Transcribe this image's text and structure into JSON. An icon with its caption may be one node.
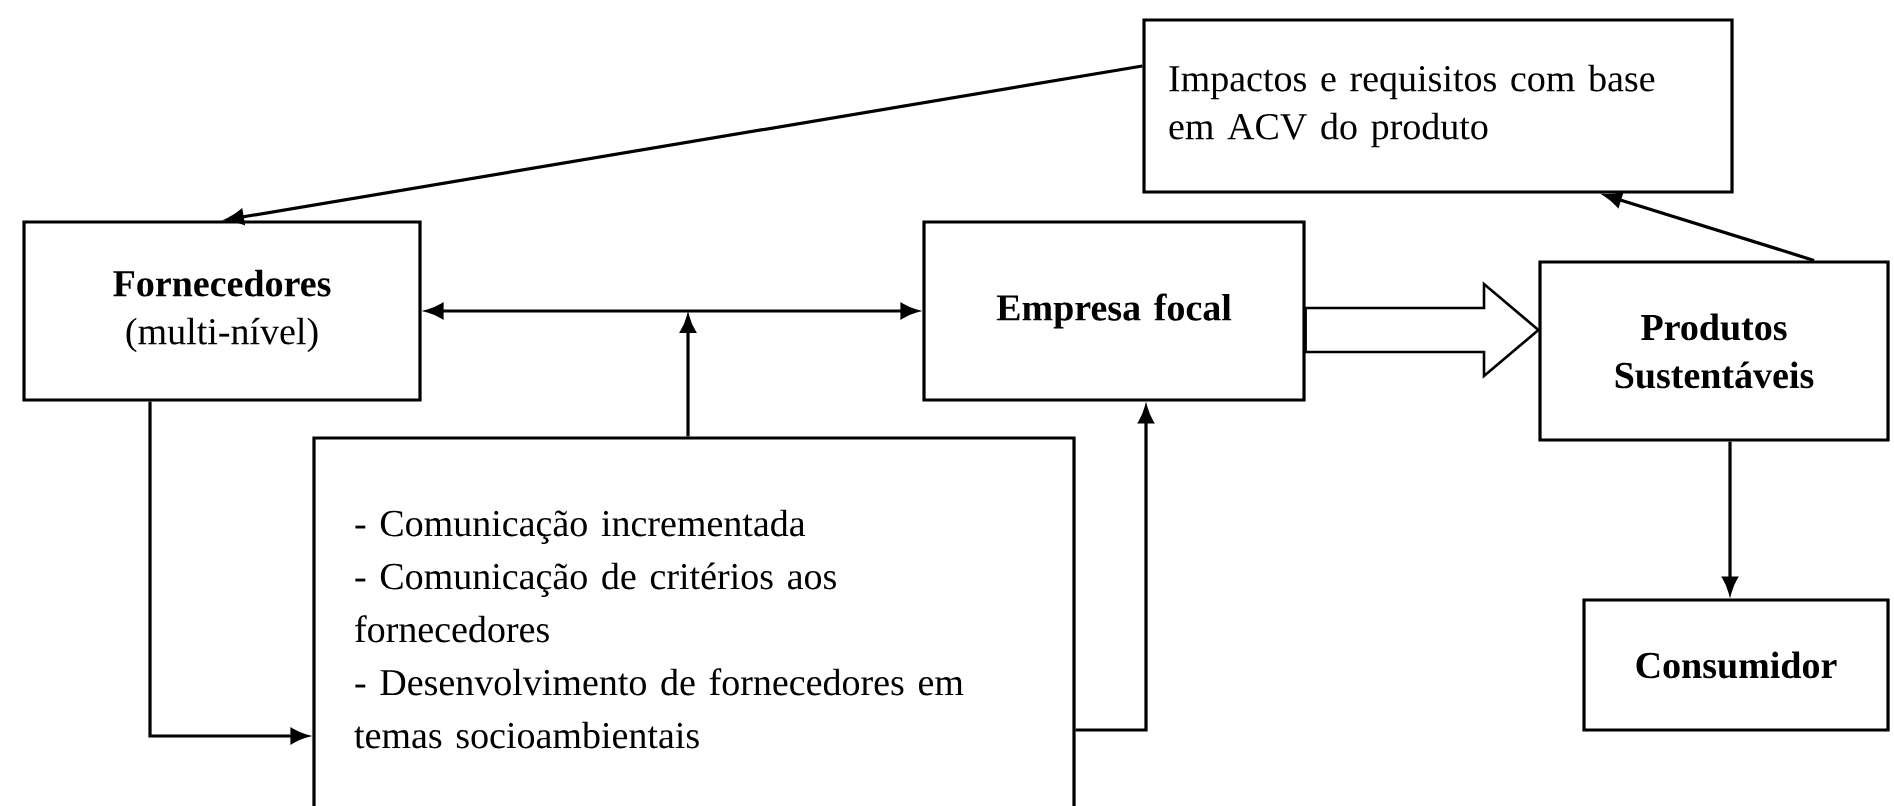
{
  "diagram": {
    "nodes": [
      {
        "text": [
          "Fornecedores",
          "(multi-nível)"
        ]
      },
      {
        "text": [
          "Empresa focal"
        ]
      },
      {
        "text": [
          "Impactos e requisitos com base em ACV do produto"
        ]
      },
      {
        "text": [
          "Produtos Sustentáveis"
        ]
      },
      {
        "text": [
          "Consumidor"
        ]
      },
      {
        "text": [
          "- Comunicação incrementada",
          "- Comunicação de critérios aos fornecedores",
          "- Desenvolvimento de fornecedores em temas socioambientais"
        ]
      }
    ],
    "edges": [
      {
        "from": 2,
        "to": 0,
        "arrow": "to"
      },
      {
        "from": 0,
        "to": 1,
        "arrow": "both"
      },
      {
        "from": 5,
        "to": null,
        "arrow": "to"
      },
      {
        "from": 0,
        "to": 5,
        "arrow": "to"
      },
      {
        "from": 5,
        "to": 1,
        "arrow": "to"
      },
      {
        "from": 1,
        "to": 3,
        "arrow": "to",
        "style": "thick"
      },
      {
        "from": 3,
        "to": 2,
        "arrow": "to"
      },
      {
        "from": 3,
        "to": 4,
        "arrow": "to"
      }
    ]
  }
}
